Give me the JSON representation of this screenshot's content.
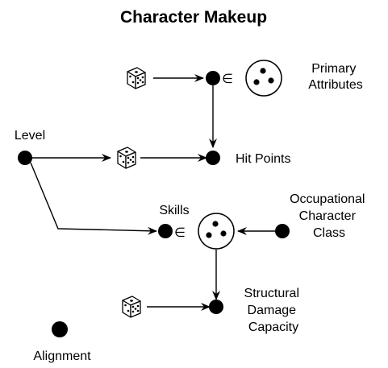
{
  "title": "Character Makeup",
  "nodes": {
    "level": "Level",
    "primary_attributes": [
      "Primary",
      "Attributes"
    ],
    "hit_points": "Hit Points",
    "skills": "Skills",
    "occupational_character_class": [
      "Occupational",
      "Character",
      "Class"
    ],
    "structural_damage_capacity": [
      "Structural",
      "Damage",
      "Capacity"
    ],
    "alignment": "Alignment"
  },
  "symbols": {
    "element_of": "∈",
    "die_icon": "die-icon",
    "set_icon": "three-dot-set-icon"
  }
}
